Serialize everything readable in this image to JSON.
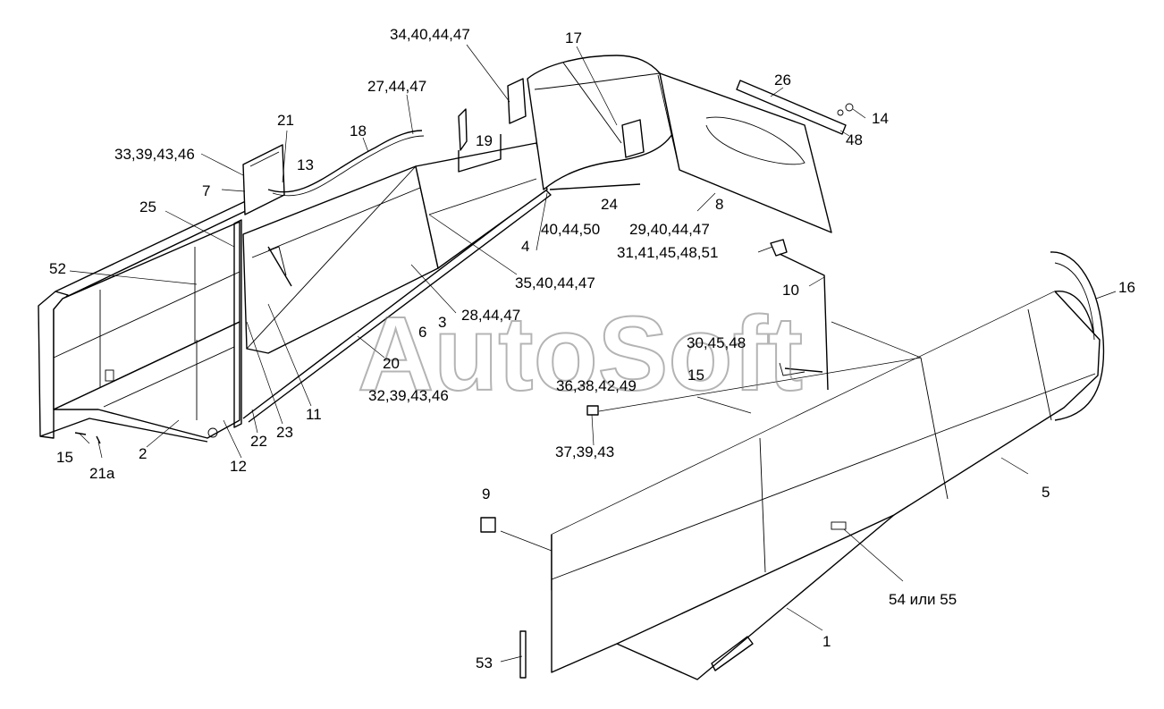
{
  "watermark": "AutoSoft",
  "callouts": [
    {
      "id": "c1",
      "text": "34,40,44,47"
    },
    {
      "id": "c2",
      "text": "17"
    },
    {
      "id": "c3",
      "text": "27,44,47"
    },
    {
      "id": "c4",
      "text": "26"
    },
    {
      "id": "c5",
      "text": "14"
    },
    {
      "id": "c6",
      "text": "48"
    },
    {
      "id": "c7",
      "text": "21"
    },
    {
      "id": "c8",
      "text": "18"
    },
    {
      "id": "c9",
      "text": "19"
    },
    {
      "id": "c10",
      "text": "33,39,43,46"
    },
    {
      "id": "c11",
      "text": "13"
    },
    {
      "id": "c12",
      "text": "7"
    },
    {
      "id": "c13",
      "text": "25"
    },
    {
      "id": "c14",
      "text": "24"
    },
    {
      "id": "c15",
      "text": "8"
    },
    {
      "id": "c16",
      "text": "40,44,50"
    },
    {
      "id": "c17",
      "text": "29,40,44,47"
    },
    {
      "id": "c18",
      "text": "4"
    },
    {
      "id": "c19",
      "text": "31,41,45,48,51"
    },
    {
      "id": "c20",
      "text": "52"
    },
    {
      "id": "c21",
      "text": "35,40,44,47"
    },
    {
      "id": "c22",
      "text": "10"
    },
    {
      "id": "c23",
      "text": "16"
    },
    {
      "id": "c24",
      "text": "28,44,47"
    },
    {
      "id": "c25",
      "text": "3"
    },
    {
      "id": "c26",
      "text": "6"
    },
    {
      "id": "c27",
      "text": "30,45,48"
    },
    {
      "id": "c28",
      "text": "20"
    },
    {
      "id": "c29",
      "text": "15"
    },
    {
      "id": "c30",
      "text": "36,38,42,49"
    },
    {
      "id": "c31",
      "text": "32,39,43,46"
    },
    {
      "id": "c32",
      "text": "11"
    },
    {
      "id": "c33",
      "text": "23"
    },
    {
      "id": "c34",
      "text": "22"
    },
    {
      "id": "c35",
      "text": "15"
    },
    {
      "id": "c36",
      "text": "2"
    },
    {
      "id": "c37",
      "text": "12"
    },
    {
      "id": "c38",
      "text": "21а"
    },
    {
      "id": "c39",
      "text": "37,39,43"
    },
    {
      "id": "c40",
      "text": "5"
    },
    {
      "id": "c41",
      "text": "9"
    },
    {
      "id": "c42",
      "text": "54 или 55"
    },
    {
      "id": "c43",
      "text": "1"
    },
    {
      "id": "c44",
      "text": "53"
    }
  ]
}
